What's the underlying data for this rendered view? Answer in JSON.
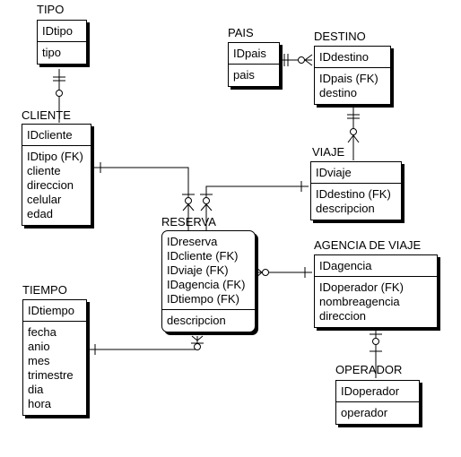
{
  "entities": {
    "tipo": {
      "name": "TIPO",
      "pk": [
        "IDtipo"
      ],
      "attrs": [
        "tipo"
      ]
    },
    "pais": {
      "name": "PAIS",
      "pk": [
        "IDpais"
      ],
      "attrs": [
        "pais"
      ]
    },
    "destino": {
      "name": "DESTINO",
      "pk": [
        "IDdestino"
      ],
      "attrs": [
        "IDpais (FK)",
        "destino"
      ]
    },
    "cliente": {
      "name": "CLIENTE",
      "pk": [
        "IDcliente"
      ],
      "attrs": [
        "IDtipo (FK)",
        "cliente",
        "direccion",
        "celular",
        "edad"
      ]
    },
    "viaje": {
      "name": "VIAJE",
      "pk": [
        "IDviaje"
      ],
      "attrs": [
        "IDdestino (FK)",
        "descripcion"
      ]
    },
    "reserva": {
      "name": "RESERVA",
      "pk": [
        "IDreserva",
        "IDcliente (FK)",
        "IDviaje (FK)",
        "IDagencia (FK)",
        "IDtiempo (FK)"
      ],
      "attrs": [
        "descripcion"
      ]
    },
    "agencia": {
      "name": "AGENCIA DE VIAJE",
      "pk": [
        "IDagencia"
      ],
      "attrs": [
        "IDoperador (FK)",
        "nombreagencia",
        "direccion"
      ]
    },
    "tiempo": {
      "name": "TIEMPO",
      "pk": [
        "IDtiempo"
      ],
      "attrs": [
        "fecha",
        "anio",
        "mes",
        "trimestre",
        "dia",
        "hora"
      ]
    },
    "operador": {
      "name": "OPERADOR",
      "pk": [
        "IDoperador"
      ],
      "attrs": [
        "operador"
      ]
    }
  }
}
